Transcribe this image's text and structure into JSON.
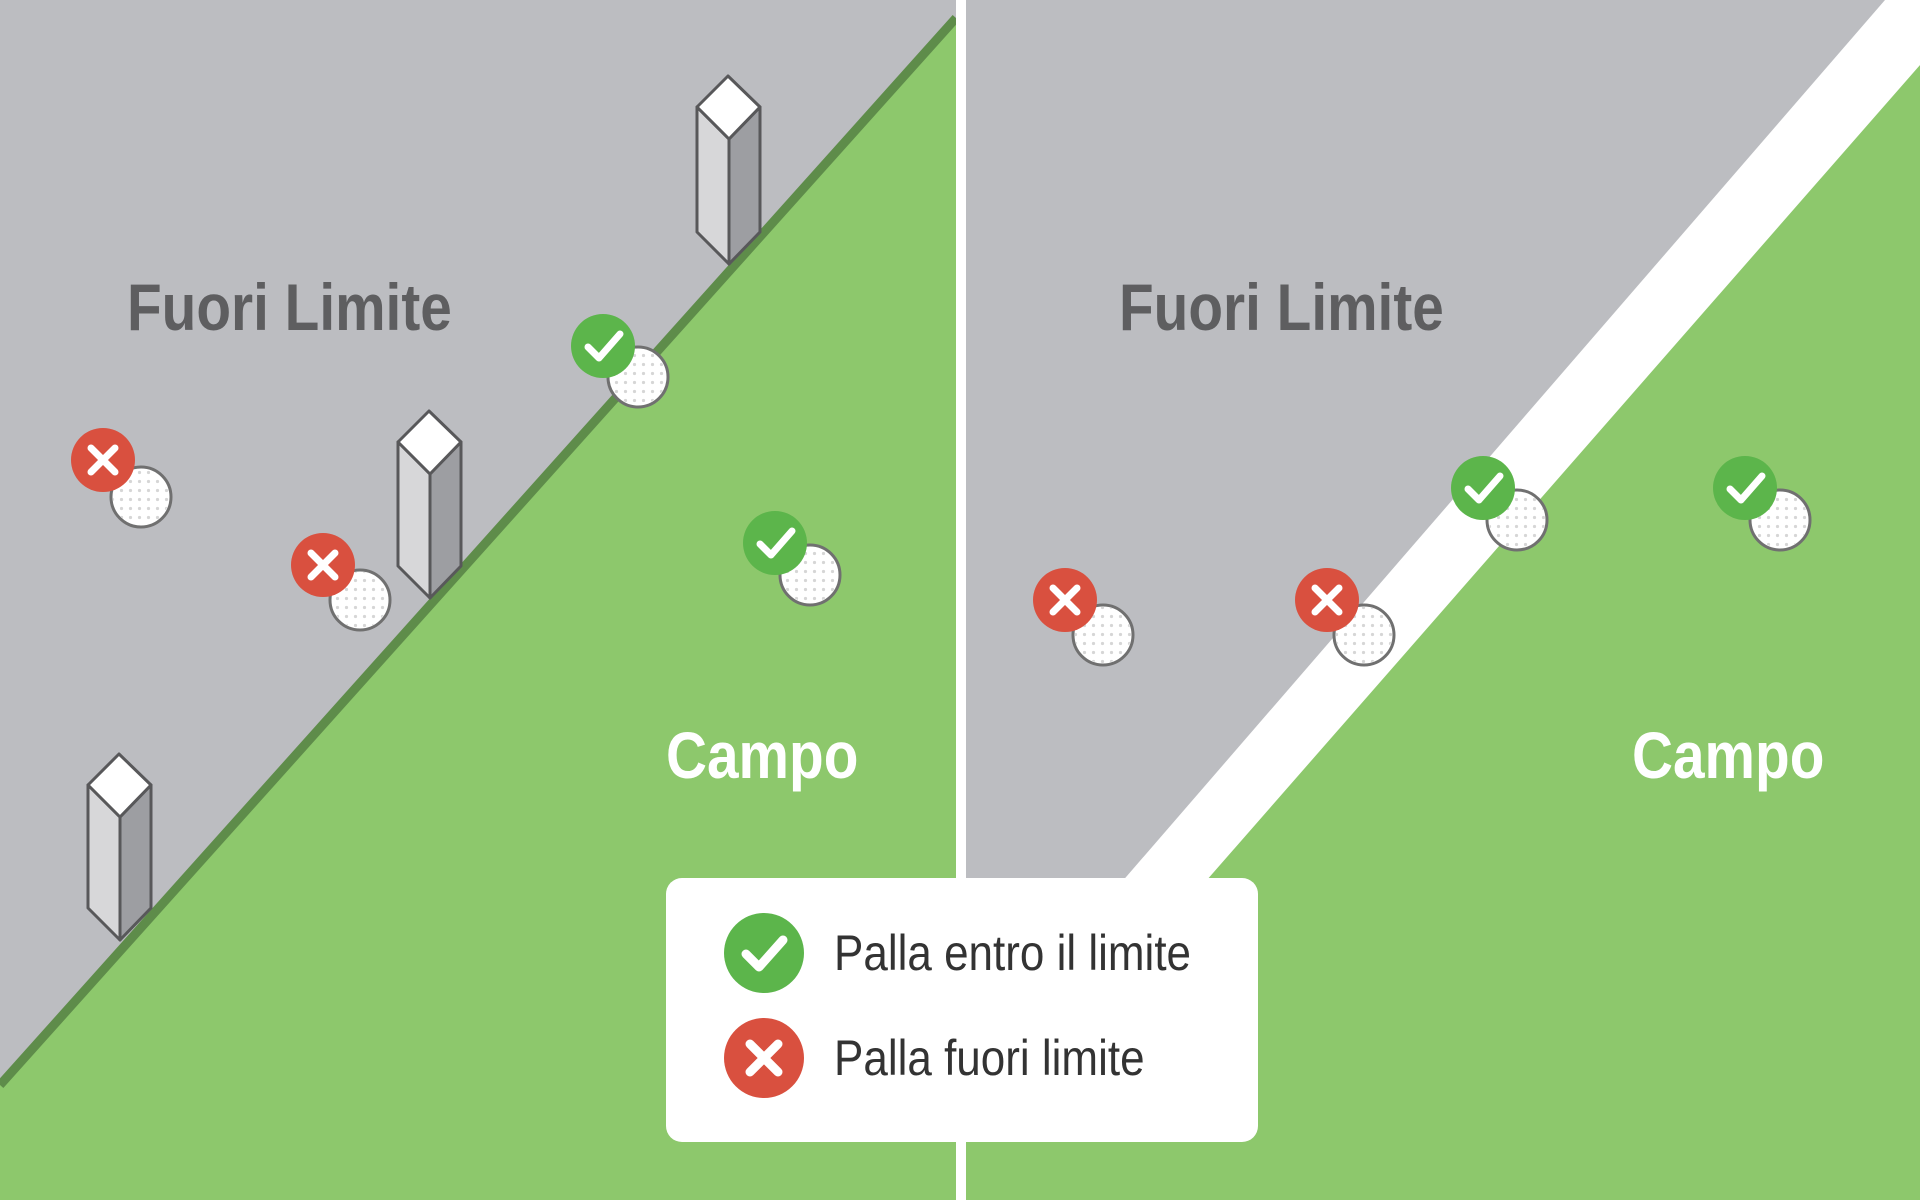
{
  "panels": [
    {
      "id": "stakes-boundary",
      "region_labels": {
        "out_of_bounds": "Fuori Limite",
        "course": "Campo"
      },
      "markers": [
        {
          "status": "in",
          "icon": "check-icon"
        },
        {
          "status": "in",
          "icon": "check-icon"
        },
        {
          "status": "out",
          "icon": "cross-icon"
        },
        {
          "status": "out",
          "icon": "cross-icon"
        }
      ],
      "stakes": 3
    },
    {
      "id": "line-boundary",
      "region_labels": {
        "out_of_bounds": "Fuori Limite",
        "course": "Campo"
      },
      "markers": [
        {
          "status": "in",
          "icon": "check-icon"
        },
        {
          "status": "in",
          "icon": "check-icon"
        },
        {
          "status": "out",
          "icon": "cross-icon"
        },
        {
          "status": "out",
          "icon": "cross-icon"
        }
      ]
    }
  ],
  "legend": {
    "in_label": "Palla entro il limite",
    "out_label": "Palla fuori limite",
    "in_icon": "check-icon",
    "out_icon": "cross-icon"
  },
  "colors": {
    "out_of_bounds": "#bcbdc1",
    "course": "#8dc86c",
    "boundary_line_dark": "#5e8c4a",
    "in_marker": "#5cb54b",
    "out_marker": "#d9503f",
    "label_dark": "#5e5e60"
  }
}
